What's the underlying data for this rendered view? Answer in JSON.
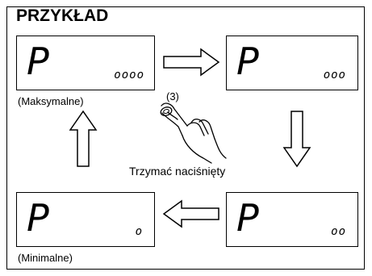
{
  "title": "PRZYKŁAD",
  "displays": {
    "top_left": {
      "symbol": "P",
      "digits": "oooo"
    },
    "top_right": {
      "symbol": "P",
      "digits": "ooo"
    },
    "bottom_left": {
      "symbol": "P",
      "digits": "o"
    },
    "bottom_right": {
      "symbol": "P",
      "digits": "oo"
    }
  },
  "labels": {
    "max": "(Maksymalne)",
    "min": "(Minimalne)",
    "step": "(3)",
    "hold": "Trzymać naciśnięty"
  }
}
